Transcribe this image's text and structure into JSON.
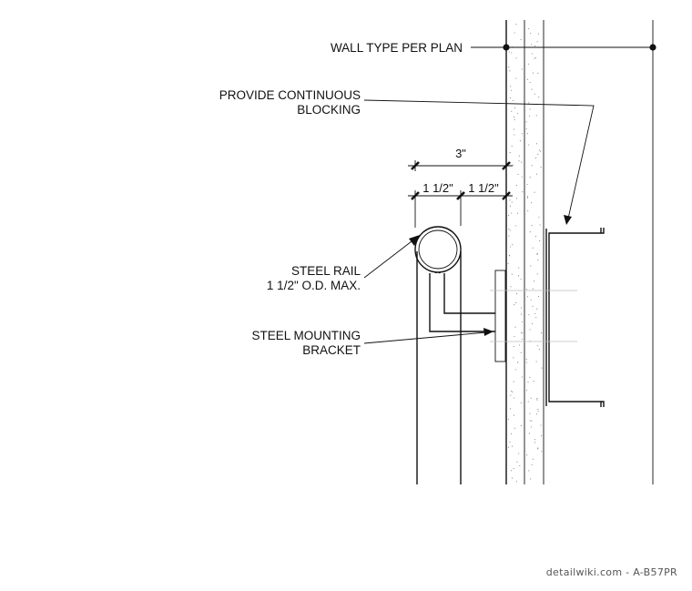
{
  "labels": {
    "wall_type": "WALL TYPE PER PLAN",
    "blocking_1": "PROVIDE CONTINUOUS",
    "blocking_2": "BLOCKING",
    "rail_1": "STEEL RAIL",
    "rail_2": "1 1/2\" O.D. MAX.",
    "bracket_1": "STEEL MOUNTING",
    "bracket_2": "BRACKET"
  },
  "dimensions": {
    "overall": "3\"",
    "left": "1 1/2\"",
    "right": "1 1/2\""
  },
  "credit": "detailwiki.com - A-B57PR"
}
